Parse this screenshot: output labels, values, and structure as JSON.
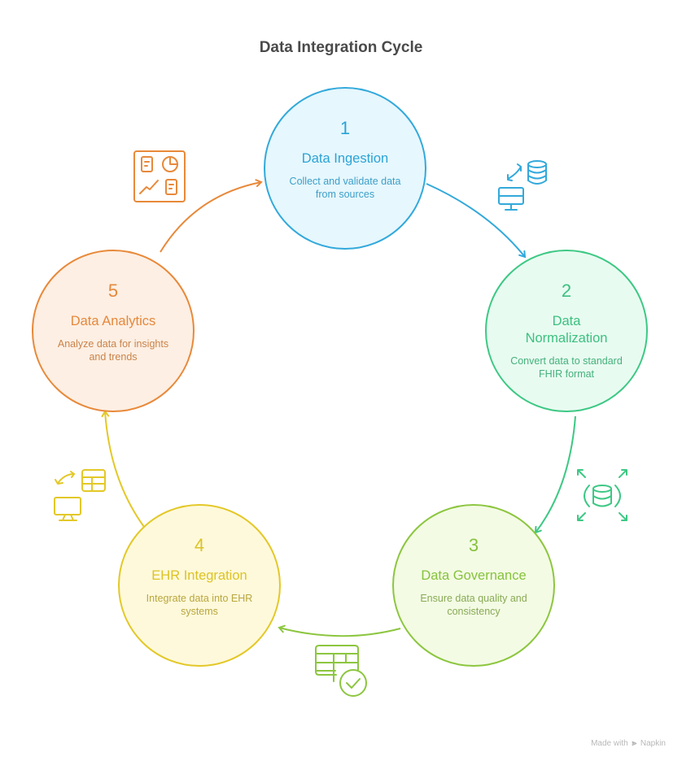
{
  "title": "Data Integration Cycle",
  "steps": [
    {
      "number": "1",
      "title": "Data Ingestion",
      "description": "Collect and validate data from sources",
      "stroke": "#33A9DB",
      "fill": "#E6F7FD",
      "text": "#2AA3D6",
      "desc_color": "#3D9FC9",
      "icon": "database-sync-icon"
    },
    {
      "number": "2",
      "title": "Data Normalization",
      "description": "Convert data to standard FHIR format",
      "stroke": "#3DC884",
      "fill": "#E8FBF1",
      "text": "#3CC07F",
      "desc_color": "#45B07B",
      "icon": "database-expand-icon"
    },
    {
      "number": "3",
      "title": "Data Governance",
      "description": "Ensure data quality and consistency",
      "stroke": "#8CC63F",
      "fill": "#F3FBE4",
      "text": "#86C23C",
      "desc_color": "#88AA55",
      "icon": "table-check-icon"
    },
    {
      "number": "4",
      "title": "EHR Integration",
      "description": "Integrate data into EHR systems",
      "stroke": "#E3C828",
      "fill": "#FEF9DB",
      "text": "#DCC324",
      "desc_color": "#B8A63D",
      "icon": "table-sync-icon"
    },
    {
      "number": "5",
      "title": "Data Analytics",
      "description": "Analyze data for insights and trends",
      "stroke": "#E8893A",
      "fill": "#FDEFE3",
      "text": "#E5883C",
      "desc_color": "#C9834A",
      "icon": "dashboard-icon"
    }
  ],
  "footer": {
    "made_with": "Made with",
    "brand": "Napkin"
  }
}
